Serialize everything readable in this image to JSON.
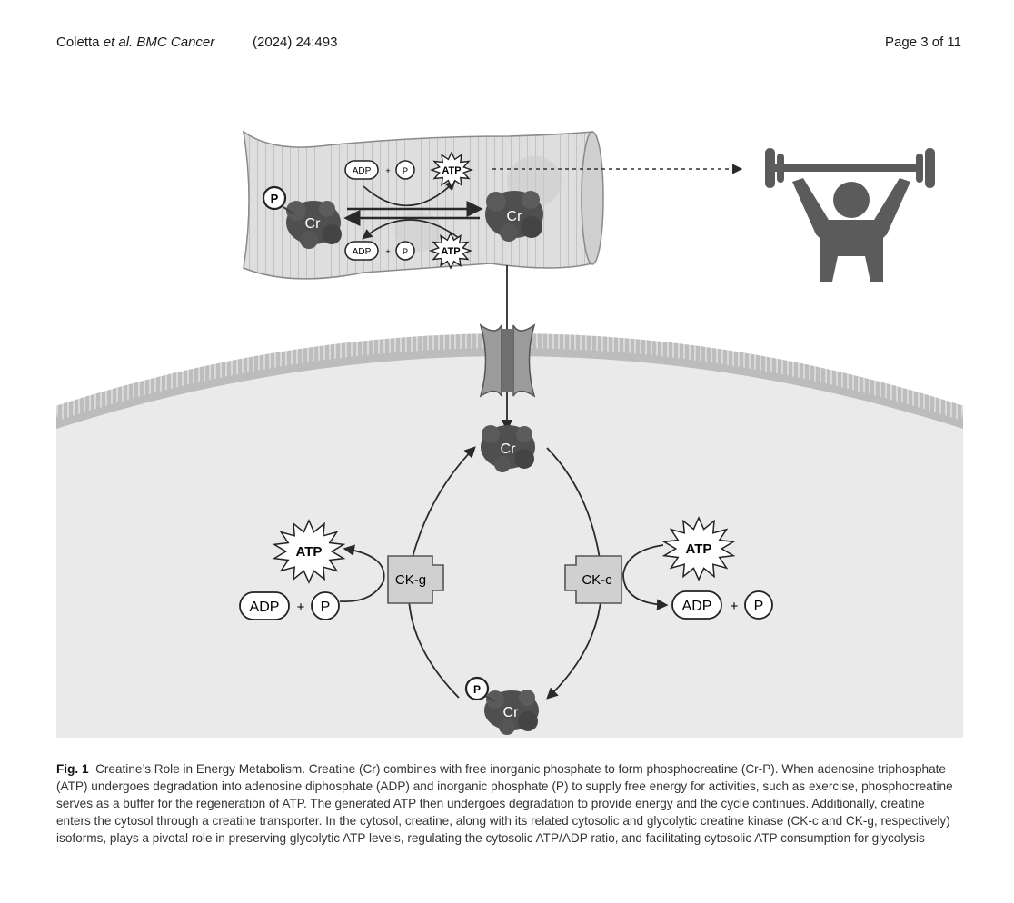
{
  "header": {
    "authors_prefix": "Coletta ",
    "authors_etal": "et al.",
    "journal": "BMC Cancer",
    "year_volume": "(2024) 24:493",
    "page": "Page 3 of 11"
  },
  "figure": {
    "cr": "Cr",
    "p": "P",
    "adp": "ADP",
    "atp": "ATP",
    "plus": "+",
    "ck_g": "CK-g",
    "ck_c": "CK-c",
    "colors": {
      "cell_fill": "#eaeaea",
      "muscle_fill": "#dcdcdc",
      "dark": "#4a4a4a",
      "enzyme_fill": "#d0d0d0"
    },
    "icons": [
      "weightlifter-icon",
      "creatine-molecule-icon",
      "creatine-transporter-icon"
    ]
  },
  "caption": {
    "label": "Fig. 1",
    "text": "Creatine’s Role in Energy Metabolism. Creatine (Cr) combines with free inorganic phosphate to form phosphocreatine (Cr-P). When adenosine triphosphate (ATP) undergoes degradation into adenosine diphosphate (ADP) and inorganic phosphate (P) to supply free energy for activities, such as exercise, phosphocreatine serves as a buffer for the regeneration of ATP. The generated ATP then undergoes degradation to provide energy and the cycle continues. Additionally, creatine enters the cytosol through a creatine transporter. In the cytosol, creatine, along with its related cytosolic and glycolytic creatine kinase (CK-c and CK-g, respectively) isoforms, plays a pivotal role in preserving glycolytic ATP levels, regulating the cytosolic ATP/ADP ratio, and facilitating cytosolic ATP consumption for glycolysis"
  }
}
